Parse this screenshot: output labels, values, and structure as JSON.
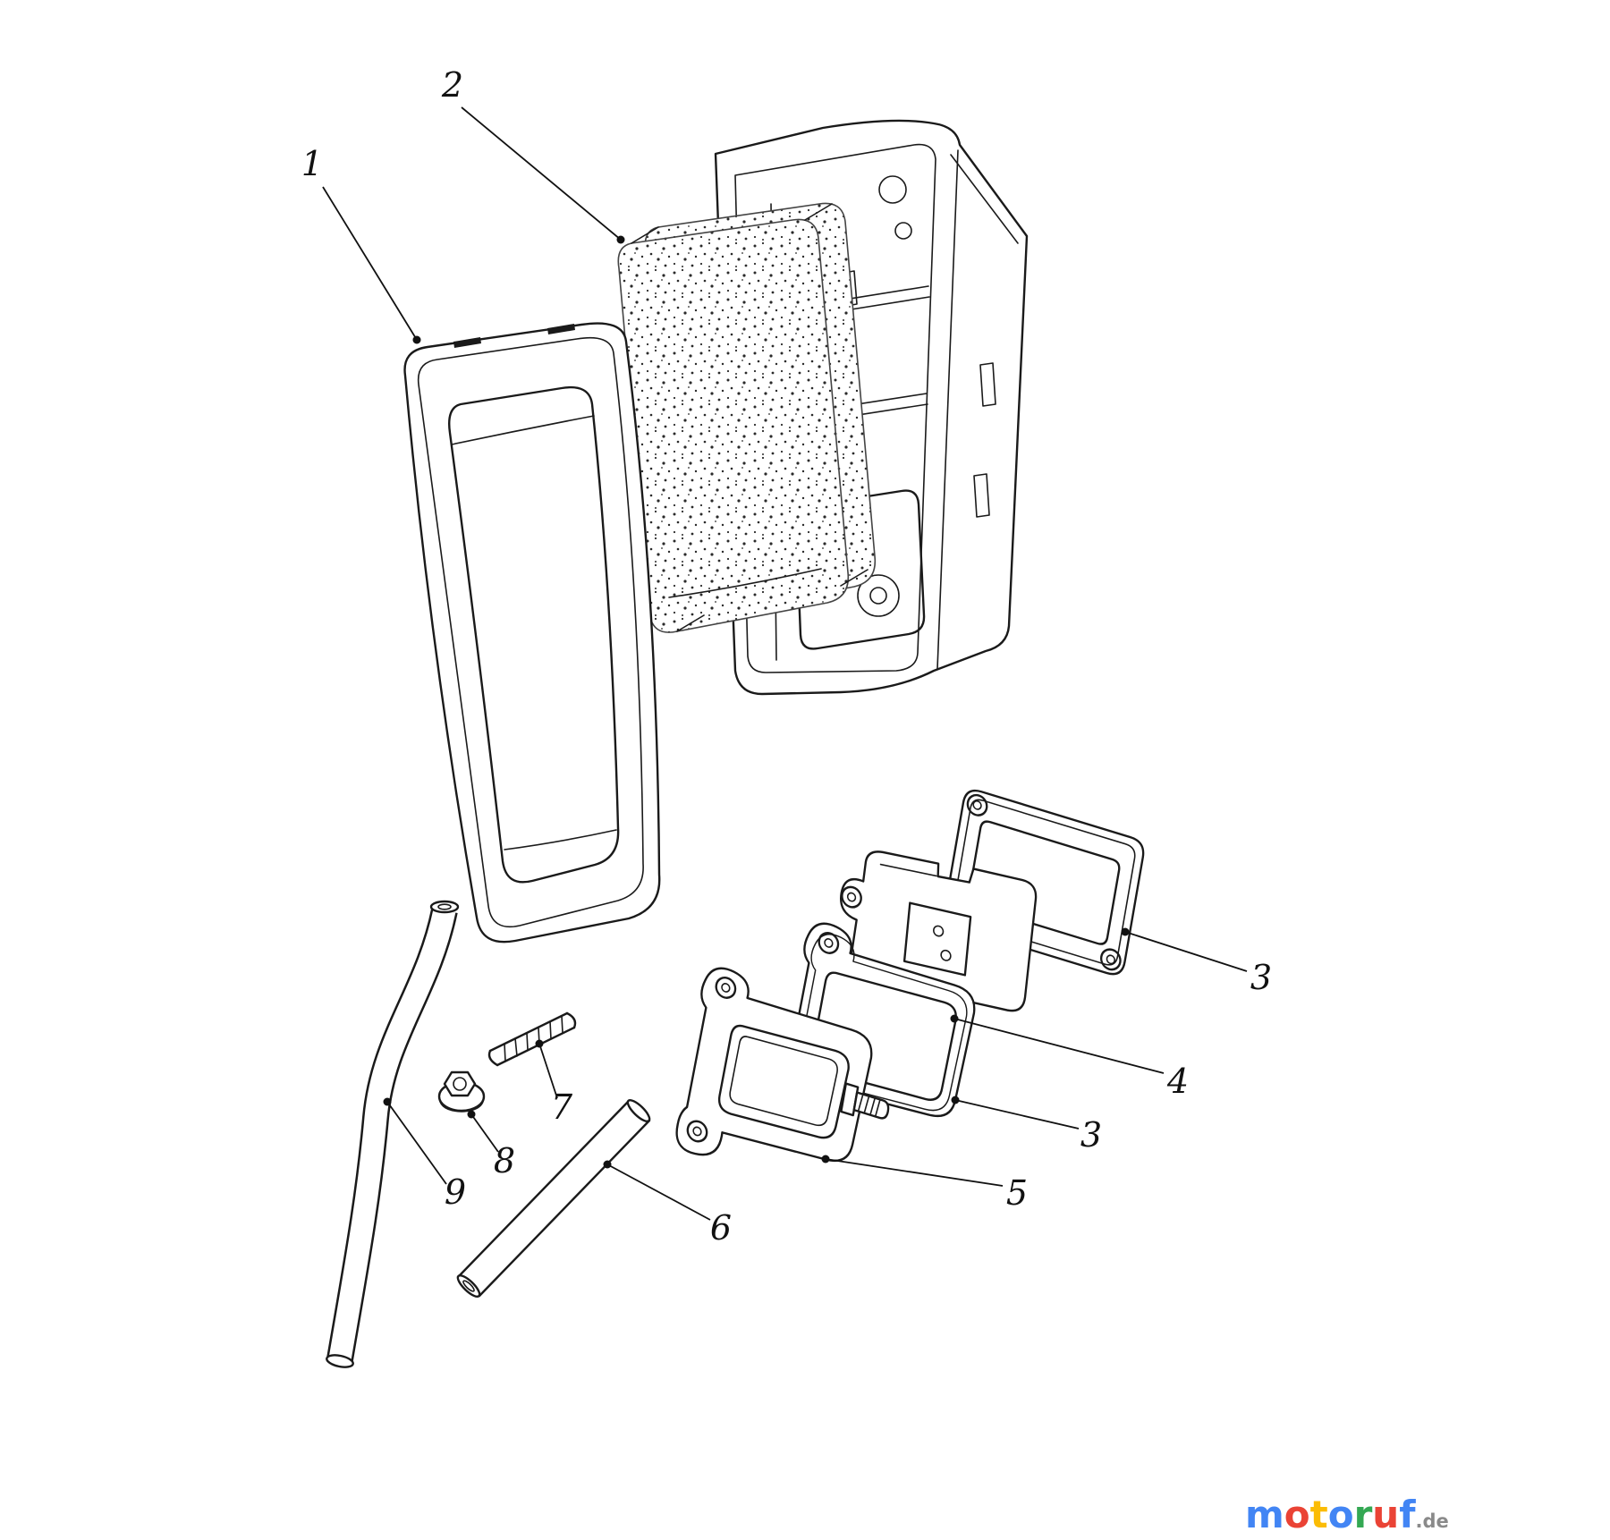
{
  "callouts": [
    {
      "label": "1"
    },
    {
      "label": "2"
    },
    {
      "label": "3"
    },
    {
      "label": "4"
    },
    {
      "label": "3"
    },
    {
      "label": "5"
    },
    {
      "label": "6"
    },
    {
      "label": "7"
    },
    {
      "label": "8"
    },
    {
      "label": "9"
    }
  ],
  "watermark": {
    "letters": [
      {
        "ch": "m",
        "color": "#4285F4"
      },
      {
        "ch": "o",
        "color": "#EA4335"
      },
      {
        "ch": "t",
        "color": "#FBBC05"
      },
      {
        "ch": "o",
        "color": "#4285F4"
      },
      {
        "ch": "r",
        "color": "#34A853"
      },
      {
        "ch": "u",
        "color": "#EA4335"
      },
      {
        "ch": "f",
        "color": "#4285F4"
      }
    ],
    "suffix": {
      "ch": ".de",
      "color": "#8a8a8a"
    }
  }
}
